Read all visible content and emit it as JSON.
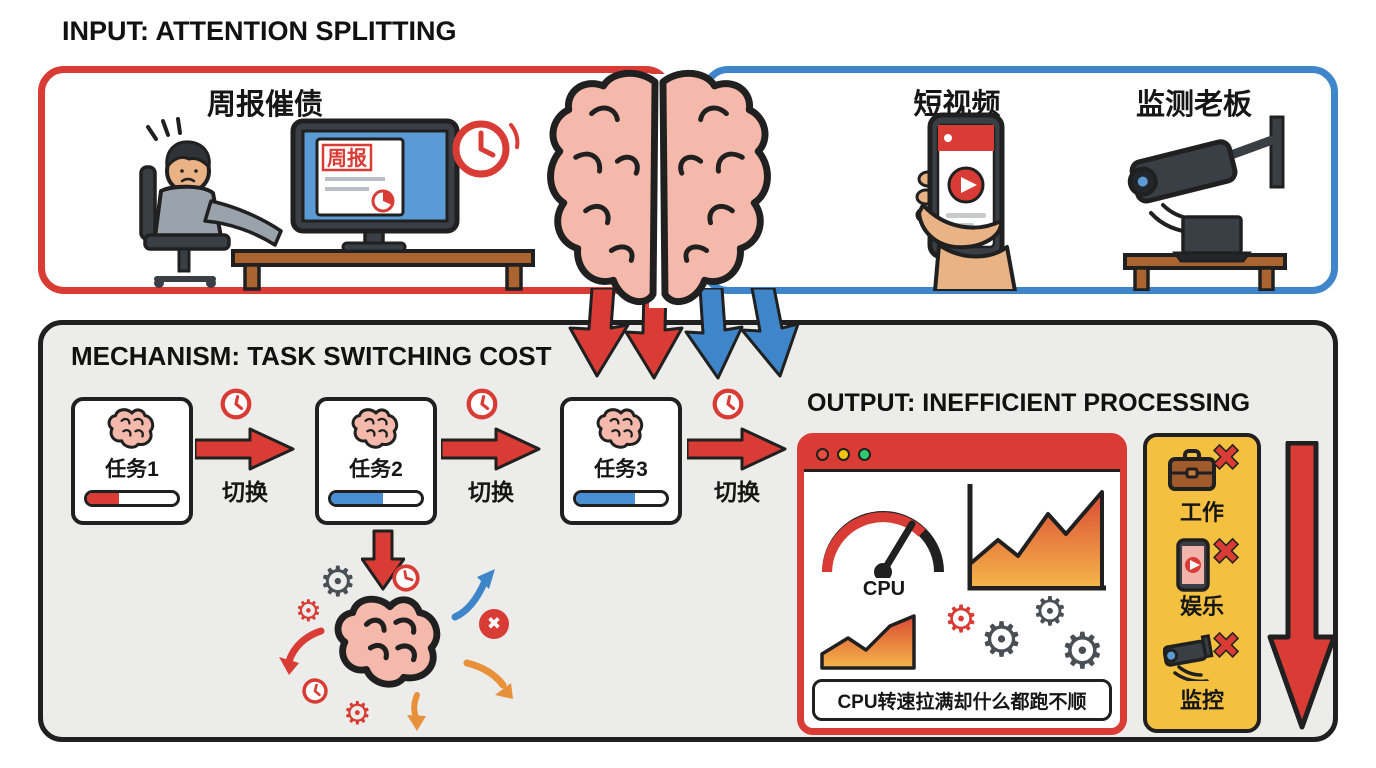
{
  "input_section": {
    "title": "INPUT: ATTENTION SPLITTING",
    "work_panel": {
      "label": "周报催债",
      "screen_doc_title": "周报"
    },
    "distraction_panel": {
      "video_label": "短视频",
      "boss_label": "监测老板"
    }
  },
  "mechanism_section": {
    "title": "MECHANISM: TASK SWITCHING COST",
    "switch_label": "切换",
    "tasks": [
      {
        "label": "任务1",
        "progress": 35,
        "bar_color": "#d93b35"
      },
      {
        "label": "任务2",
        "progress": 58,
        "bar_color": "#4a8fd3"
      },
      {
        "label": "任务3",
        "progress": 66,
        "bar_color": "#4a8fd3"
      }
    ]
  },
  "output_section": {
    "title": "OUTPUT: INEFFICIENT PROCESSING",
    "cpu_label": "CPU",
    "caption": "CPU转速拉满却什么都跑不顺",
    "stack_items": [
      {
        "label": "工作",
        "icon": "briefcase-icon"
      },
      {
        "label": "娱乐",
        "icon": "phone-video-icon"
      },
      {
        "label": "监控",
        "icon": "security-camera-icon"
      }
    ]
  },
  "icons": {
    "gear": "⚙",
    "cross": "✖"
  },
  "colors": {
    "red": "#d93b35",
    "blue": "#3e86c9",
    "yellow": "#f3c03f",
    "outline": "#202020",
    "panel_gray": "#ececea",
    "brain_pink": "#f4b9ab",
    "desk_brown": "#a9642f"
  }
}
